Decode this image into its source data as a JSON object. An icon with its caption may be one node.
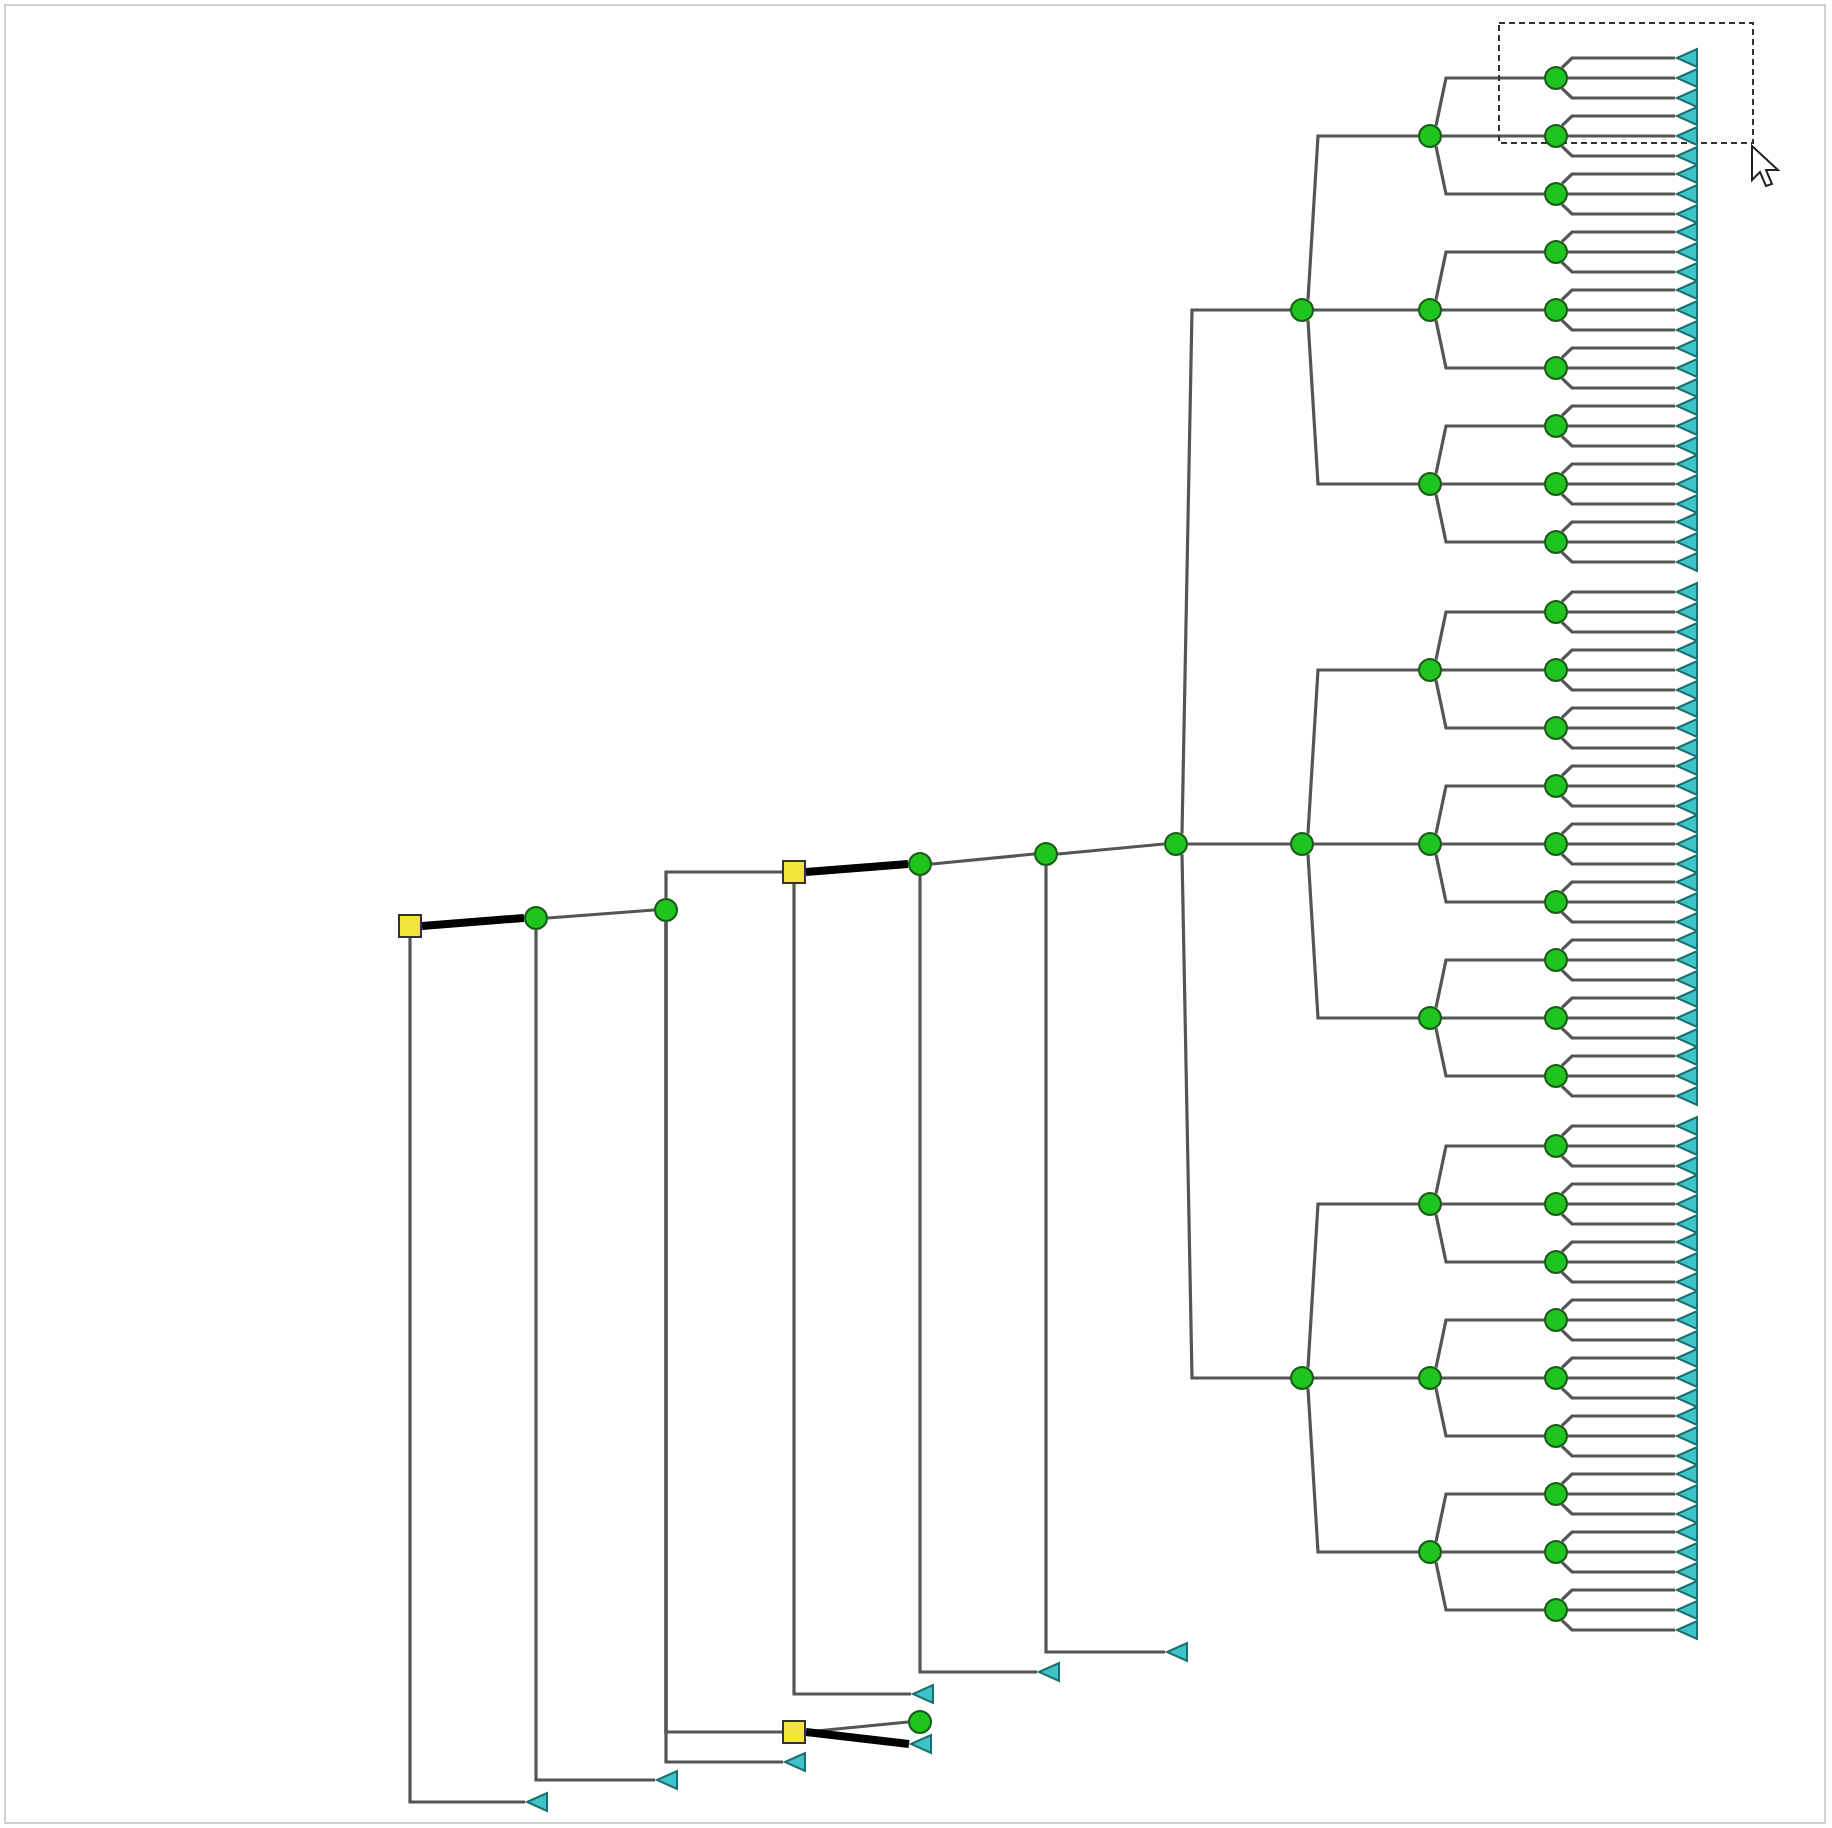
{
  "diagram": {
    "nodes": [
      {
        "text": [],
        "shape": "box"
      },
      {
        "text": [],
        "shape": "circle"
      },
      {
        "text": [],
        "shape": "triangle"
      },
      {
        "text": [],
        "shape": "circle"
      },
      {
        "text": [],
        "shape": "triangle"
      },
      {
        "text": [],
        "shape": "box"
      },
      {
        "text": [],
        "shape": "box"
      },
      {
        "text": [],
        "shape": "triangle"
      },
      {
        "text": [],
        "shape": "circle"
      },
      {
        "text": [],
        "shape": "triangle"
      },
      {
        "text": [],
        "shape": "circle"
      },
      {
        "text": [],
        "shape": "triangle"
      },
      {
        "text": [],
        "shape": "circle"
      },
      {
        "text": [],
        "shape": "triangle"
      },
      {
        "text": [],
        "shape": "circle"
      },
      {
        "text": [],
        "shape": "triangle"
      },
      {
        "text": [],
        "shape": "circle"
      },
      {
        "text": [],
        "shape": "circle"
      },
      {
        "text": [],
        "shape": "circle"
      },
      {
        "text": [],
        "shape": "circle"
      },
      {
        "text": [],
        "shape": "circle"
      },
      {
        "text": [],
        "shape": "circle"
      },
      {
        "text": [],
        "shape": "circle"
      },
      {
        "text": [],
        "shape": "circle"
      },
      {
        "text": [],
        "shape": "circle"
      },
      {
        "text": [],
        "shape": "circle"
      },
      {
        "text": [],
        "shape": "circle"
      },
      {
        "text": [],
        "shape": "circle"
      },
      {
        "text": [],
        "shape": "circle"
      },
      {
        "text": [],
        "shape": "circle"
      },
      {
        "text": [],
        "shape": "circle"
      },
      {
        "text": [],
        "shape": "circle"
      },
      {
        "text": [],
        "shape": "circle"
      },
      {
        "text": [],
        "shape": "circle"
      },
      {
        "text": [],
        "shape": "circle"
      },
      {
        "text": [],
        "shape": "circle"
      },
      {
        "text": [],
        "shape": "circle"
      },
      {
        "text": [],
        "shape": "circle"
      },
      {
        "text": [],
        "shape": "circle"
      },
      {
        "text": [],
        "shape": "circle"
      },
      {
        "text": [],
        "shape": "circle"
      },
      {
        "text": [],
        "shape": "circle"
      },
      {
        "text": [],
        "shape": "circle"
      },
      {
        "text": [],
        "shape": "circle"
      },
      {
        "text": [],
        "shape": "circle"
      },
      {
        "text": [],
        "shape": "circle"
      },
      {
        "text": [],
        "shape": "circle"
      },
      {
        "text": [],
        "shape": "circle"
      },
      {
        "text": [],
        "shape": "circle"
      },
      {
        "text": [],
        "shape": "circle"
      },
      {
        "text": [],
        "shape": "circle"
      },
      {
        "text": [],
        "shape": "circle"
      },
      {
        "text": [],
        "shape": "circle"
      },
      {
        "text": [],
        "shape": "circle"
      },
      {
        "text": [],
        "shape": "circle"
      },
      {
        "text": [],
        "shape": "triangle"
      },
      {
        "text": [],
        "shape": "triangle"
      },
      {
        "text": [],
        "shape": "triangle"
      },
      {
        "text": [],
        "shape": "triangle"
      },
      {
        "text": [],
        "shape": "triangle"
      },
      {
        "text": [],
        "shape": "triangle"
      },
      {
        "text": [],
        "shape": "triangle"
      },
      {
        "text": [],
        "shape": "triangle"
      },
      {
        "text": [],
        "shape": "triangle"
      },
      {
        "text": [],
        "shape": "triangle"
      },
      {
        "text": [],
        "shape": "triangle"
      },
      {
        "text": [],
        "shape": "triangle"
      },
      {
        "text": [],
        "shape": "triangle"
      },
      {
        "text": [],
        "shape": "triangle"
      },
      {
        "text": [],
        "shape": "triangle"
      },
      {
        "text": [],
        "shape": "triangle"
      },
      {
        "text": [],
        "shape": "triangle"
      },
      {
        "text": [],
        "shape": "triangle"
      },
      {
        "text": [],
        "shape": "triangle"
      },
      {
        "text": [],
        "shape": "triangle"
      },
      {
        "text": [],
        "shape": "triangle"
      },
      {
        "text": [],
        "shape": "triangle"
      },
      {
        "text": [],
        "shape": "triangle"
      },
      {
        "text": [],
        "shape": "triangle"
      },
      {
        "text": [],
        "shape": "triangle"
      },
      {
        "text": [],
        "shape": "triangle"
      },
      {
        "text": [],
        "shape": "triangle"
      },
      {
        "text": [],
        "shape": "triangle"
      },
      {
        "text": [],
        "shape": "triangle"
      },
      {
        "text": [],
        "shape": "triangle"
      },
      {
        "text": [],
        "shape": "triangle"
      },
      {
        "text": [],
        "shape": "triangle"
      },
      {
        "text": [],
        "shape": "triangle"
      },
      {
        "text": [],
        "shape": "triangle"
      },
      {
        "text": [],
        "shape": "triangle"
      },
      {
        "text": [],
        "shape": "triangle"
      },
      {
        "text": [],
        "shape": "triangle"
      },
      {
        "text": [],
        "shape": "triangle"
      },
      {
        "text": [],
        "shape": "triangle"
      },
      {
        "text": [],
        "shape": "triangle"
      },
      {
        "text": [],
        "shape": "triangle"
      },
      {
        "text": [],
        "shape": "triangle"
      },
      {
        "text": [],
        "shape": "triangle"
      },
      {
        "text": [],
        "shape": "triangle"
      },
      {
        "text": [],
        "shape": "triangle"
      },
      {
        "text": [],
        "shape": "triangle"
      },
      {
        "text": [],
        "shape": "triangle"
      },
      {
        "text": [],
        "shape": "triangle"
      },
      {
        "text": [],
        "shape": "triangle"
      },
      {
        "text": [],
        "shape": "triangle"
      },
      {
        "text": [],
        "shape": "triangle"
      },
      {
        "text": [],
        "shape": "triangle"
      },
      {
        "text": [],
        "shape": "triangle"
      },
      {
        "text": [],
        "shape": "triangle"
      },
      {
        "text": [],
        "shape": "triangle"
      },
      {
        "text": [],
        "shape": "triangle"
      },
      {
        "text": [],
        "shape": "triangle"
      },
      {
        "text": [],
        "shape": "triangle"
      },
      {
        "text": [],
        "shape": "triangle"
      },
      {
        "text": [],
        "shape": "triangle"
      },
      {
        "text": [],
        "shape": "triangle"
      },
      {
        "text": [],
        "shape": "triangle"
      },
      {
        "text": [],
        "shape": "triangle"
      },
      {
        "text": [],
        "shape": "triangle"
      },
      {
        "text": [],
        "shape": "triangle"
      },
      {
        "text": [],
        "shape": "triangle"
      },
      {
        "text": [],
        "shape": "triangle"
      },
      {
        "text": [],
        "shape": "triangle"
      },
      {
        "text": [],
        "shape": "triangle"
      },
      {
        "text": [],
        "shape": "triangle"
      },
      {
        "text": [],
        "shape": "triangle"
      },
      {
        "text": [],
        "shape": "triangle"
      },
      {
        "text": [],
        "shape": "triangle"
      },
      {
        "text": [],
        "shape": "triangle"
      },
      {
        "text": [],
        "shape": "triangle"
      },
      {
        "text": [],
        "shape": "triangle"
      },
      {
        "text": [],
        "shape": "triangle"
      },
      {
        "text": [],
        "shape": "triangle"
      },
      {
        "text": [],
        "shape": "triangle"
      },
      {
        "text": [],
        "shape": "triangle"
      },
      {
        "text": [],
        "shape": "triangle"
      }
    ],
    "edges": [
      {
        "from": 0,
        "to": 1,
        "arrow": "none",
        "style": "thick"
      },
      {
        "from": 0,
        "to": 2,
        "arrow": "none"
      },
      {
        "from": 1,
        "to": 3,
        "arrow": "none"
      },
      {
        "from": 1,
        "to": 4,
        "arrow": "none"
      },
      {
        "from": 3,
        "to": 5,
        "arrow": "none"
      },
      {
        "from": 3,
        "to": 6,
        "arrow": "none"
      },
      {
        "from": 3,
        "to": 7,
        "arrow": "none"
      },
      {
        "from": 5,
        "to": 10,
        "arrow": "none",
        "style": "thick"
      },
      {
        "from": 5,
        "to": 11,
        "arrow": "none"
      },
      {
        "from": 6,
        "to": 8,
        "arrow": "none"
      },
      {
        "from": 6,
        "to": 9,
        "arrow": "none",
        "style": "thick"
      },
      {
        "from": 10,
        "to": 12,
        "arrow": "none"
      },
      {
        "from": 10,
        "to": 13,
        "arrow": "none"
      },
      {
        "from": 12,
        "to": 14,
        "arrow": "none"
      },
      {
        "from": 12,
        "to": 15,
        "arrow": "none"
      },
      {
        "from": 14,
        "to": 16,
        "arrow": "none"
      },
      {
        "from": 14,
        "to": 17,
        "arrow": "none"
      },
      {
        "from": 14,
        "to": 18,
        "arrow": "none"
      },
      {
        "from": 16,
        "to": 19,
        "arrow": "none"
      },
      {
        "from": 16,
        "to": 20,
        "arrow": "none"
      },
      {
        "from": 16,
        "to": 21,
        "arrow": "none"
      },
      {
        "from": 17,
        "to": 22,
        "arrow": "none"
      },
      {
        "from": 17,
        "to": 23,
        "arrow": "none"
      },
      {
        "from": 17,
        "to": 24,
        "arrow": "none"
      },
      {
        "from": 18,
        "to": 25,
        "arrow": "none"
      },
      {
        "from": 18,
        "to": 26,
        "arrow": "none"
      },
      {
        "from": 18,
        "to": 27,
        "arrow": "none"
      },
      {
        "from": 19,
        "to": 28,
        "arrow": "none"
      },
      {
        "from": 19,
        "to": 29,
        "arrow": "none"
      },
      {
        "from": 19,
        "to": 30,
        "arrow": "none"
      },
      {
        "from": 20,
        "to": 31,
        "arrow": "none"
      },
      {
        "from": 20,
        "to": 32,
        "arrow": "none"
      },
      {
        "from": 20,
        "to": 33,
        "arrow": "none"
      },
      {
        "from": 21,
        "to": 34,
        "arrow": "none"
      },
      {
        "from": 21,
        "to": 35,
        "arrow": "none"
      },
      {
        "from": 21,
        "to": 36,
        "arrow": "none"
      },
      {
        "from": 22,
        "to": 37,
        "arrow": "none"
      },
      {
        "from": 22,
        "to": 38,
        "arrow": "none"
      },
      {
        "from": 22,
        "to": 39,
        "arrow": "none"
      },
      {
        "from": 23,
        "to": 40,
        "arrow": "none"
      },
      {
        "from": 23,
        "to": 41,
        "arrow": "none"
      },
      {
        "from": 23,
        "to": 42,
        "arrow": "none"
      },
      {
        "from": 24,
        "to": 43,
        "arrow": "none"
      },
      {
        "from": 24,
        "to": 44,
        "arrow": "none"
      },
      {
        "from": 24,
        "to": 45,
        "arrow": "none"
      },
      {
        "from": 25,
        "to": 46,
        "arrow": "none"
      },
      {
        "from": 25,
        "to": 47,
        "arrow": "none"
      },
      {
        "from": 25,
        "to": 48,
        "arrow": "none"
      },
      {
        "from": 26,
        "to": 49,
        "arrow": "none"
      },
      {
        "from": 26,
        "to": 50,
        "arrow": "none"
      },
      {
        "from": 26,
        "to": 51,
        "arrow": "none"
      },
      {
        "from": 27,
        "to": 52,
        "arrow": "none"
      },
      {
        "from": 27,
        "to": 53,
        "arrow": "none"
      },
      {
        "from": 27,
        "to": 54,
        "arrow": "none"
      },
      {
        "from": 28,
        "to": 55,
        "arrow": "none"
      },
      {
        "from": 28,
        "to": 56,
        "arrow": "none"
      },
      {
        "from": 28,
        "to": 57,
        "arrow": "none"
      },
      {
        "from": 29,
        "to": 58,
        "arrow": "none"
      },
      {
        "from": 29,
        "to": 59,
        "arrow": "none"
      },
      {
        "from": 29,
        "to": 60,
        "arrow": "none"
      },
      {
        "from": 30,
        "to": 61,
        "arrow": "none"
      },
      {
        "from": 30,
        "to": 62,
        "arrow": "none"
      },
      {
        "from": 30,
        "to": 63,
        "arrow": "none"
      },
      {
        "from": 31,
        "to": 64,
        "arrow": "none"
      },
      {
        "from": 31,
        "to": 65,
        "arrow": "none"
      },
      {
        "from": 31,
        "to": 66,
        "arrow": "none"
      },
      {
        "from": 32,
        "to": 67,
        "arrow": "none"
      },
      {
        "from": 32,
        "to": 68,
        "arrow": "none"
      },
      {
        "from": 32,
        "to": 69,
        "arrow": "none"
      },
      {
        "from": 33,
        "to": 70,
        "arrow": "none"
      },
      {
        "from": 33,
        "to": 71,
        "arrow": "none"
      },
      {
        "from": 33,
        "to": 72,
        "arrow": "none"
      },
      {
        "from": 34,
        "to": 73,
        "arrow": "none"
      },
      {
        "from": 34,
        "to": 74,
        "arrow": "none"
      },
      {
        "from": 34,
        "to": 75,
        "arrow": "none"
      },
      {
        "from": 35,
        "to": 76,
        "arrow": "none"
      },
      {
        "from": 35,
        "to": 77,
        "arrow": "none"
      },
      {
        "from": 35,
        "to": 78,
        "arrow": "none"
      },
      {
        "from": 36,
        "to": 79,
        "arrow": "none"
      },
      {
        "from": 36,
        "to": 80,
        "arrow": "none"
      },
      {
        "from": 36,
        "to": 81,
        "arrow": "none"
      },
      {
        "from": 37,
        "to": 82,
        "arrow": "none"
      },
      {
        "from": 37,
        "to": 83,
        "arrow": "none"
      },
      {
        "from": 37,
        "to": 84,
        "arrow": "none"
      },
      {
        "from": 38,
        "to": 85,
        "arrow": "none"
      },
      {
        "from": 38,
        "to": 86,
        "arrow": "none"
      },
      {
        "from": 38,
        "to": 87,
        "arrow": "none"
      },
      {
        "from": 39,
        "to": 88,
        "arrow": "none"
      },
      {
        "from": 39,
        "to": 89,
        "arrow": "none"
      },
      {
        "from": 39,
        "to": 90,
        "arrow": "none"
      },
      {
        "from": 40,
        "to": 91,
        "arrow": "none"
      },
      {
        "from": 40,
        "to": 92,
        "arrow": "none"
      },
      {
        "from": 40,
        "to": 93,
        "arrow": "none"
      },
      {
        "from": 41,
        "to": 94,
        "arrow": "none"
      },
      {
        "from": 41,
        "to": 95,
        "arrow": "none"
      },
      {
        "from": 41,
        "to": 96,
        "arrow": "none"
      },
      {
        "from": 42,
        "to": 97,
        "arrow": "none"
      },
      {
        "from": 42,
        "to": 98,
        "arrow": "none"
      },
      {
        "from": 42,
        "to": 99,
        "arrow": "none"
      },
      {
        "from": 43,
        "to": 100,
        "arrow": "none"
      },
      {
        "from": 43,
        "to": 101,
        "arrow": "none"
      },
      {
        "from": 43,
        "to": 102,
        "arrow": "none"
      },
      {
        "from": 44,
        "to": 103,
        "arrow": "none"
      },
      {
        "from": 44,
        "to": 104,
        "arrow": "none"
      },
      {
        "from": 44,
        "to": 105,
        "arrow": "none"
      },
      {
        "from": 45,
        "to": 106,
        "arrow": "none"
      },
      {
        "from": 45,
        "to": 107,
        "arrow": "none"
      },
      {
        "from": 45,
        "to": 108,
        "arrow": "none"
      },
      {
        "from": 46,
        "to": 109,
        "arrow": "none"
      },
      {
        "from": 46,
        "to": 110,
        "arrow": "none"
      },
      {
        "from": 46,
        "to": 111,
        "arrow": "none"
      },
      {
        "from": 47,
        "to": 112,
        "arrow": "none"
      },
      {
        "from": 47,
        "to": 113,
        "arrow": "none"
      },
      {
        "from": 47,
        "to": 114,
        "arrow": "none"
      },
      {
        "from": 48,
        "to": 115,
        "arrow": "none"
      },
      {
        "from": 48,
        "to": 116,
        "arrow": "none"
      },
      {
        "from": 48,
        "to": 117,
        "arrow": "none"
      },
      {
        "from": 49,
        "to": 118,
        "arrow": "none"
      },
      {
        "from": 49,
        "to": 119,
        "arrow": "none"
      },
      {
        "from": 49,
        "to": 120,
        "arrow": "none"
      },
      {
        "from": 50,
        "to": 121,
        "arrow": "none"
      },
      {
        "from": 50,
        "to": 122,
        "arrow": "none"
      },
      {
        "from": 50,
        "to": 123,
        "arrow": "none"
      },
      {
        "from": 51,
        "to": 124,
        "arrow": "none"
      },
      {
        "from": 51,
        "to": 125,
        "arrow": "none"
      },
      {
        "from": 51,
        "to": 126,
        "arrow": "none"
      },
      {
        "from": 52,
        "to": 127,
        "arrow": "none"
      },
      {
        "from": 52,
        "to": 128,
        "arrow": "none"
      },
      {
        "from": 52,
        "to": 129,
        "arrow": "none"
      },
      {
        "from": 53,
        "to": 130,
        "arrow": "none"
      },
      {
        "from": 53,
        "to": 131,
        "arrow": "none"
      },
      {
        "from": 53,
        "to": 132,
        "arrow": "none"
      },
      {
        "from": 54,
        "to": 133,
        "arrow": "none"
      },
      {
        "from": 54,
        "to": 134,
        "arrow": "none"
      },
      {
        "from": 54,
        "to": 135,
        "arrow": "none"
      }
    ]
  }
}
